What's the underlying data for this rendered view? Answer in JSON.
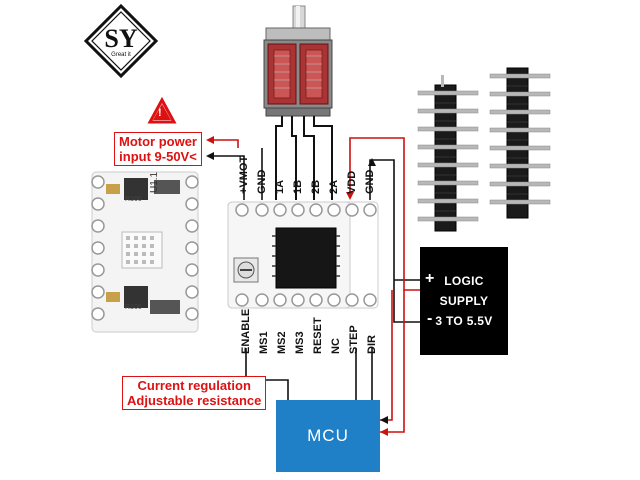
{
  "logo": {
    "letters": "SY",
    "tagline": "Great it"
  },
  "warning": {
    "symbol": "!"
  },
  "callouts": {
    "motor_power": [
      "Motor power",
      "input 9-50V<"
    ],
    "current_regulation": [
      "Current regulation",
      "Adjustable resistance"
    ]
  },
  "top_pins": [
    "+VMOT",
    "GND",
    "1A",
    "1B",
    "2B",
    "2A",
    "VDD",
    "GND"
  ],
  "bottom_pins": [
    "ENABLE",
    "MS1",
    "MS2",
    "MS3",
    "RESET",
    "NC",
    "STEP",
    "DIR"
  ],
  "logic_supply": {
    "plus": "+",
    "minus": "-",
    "line1": "LOGIC",
    "line2": "SUPPLY",
    "line3": "3 TO 5.5V"
  },
  "mcu": {
    "label": "MCU"
  },
  "back_board": {
    "silk": "U1.1",
    "resistor_top": "R100",
    "resistor_bottom": "R100"
  },
  "colors": {
    "callout_red": "#dd1111",
    "wire_red": "#cc1111",
    "mcu_blue": "#1f80c8",
    "logic_black": "#000000",
    "chip_black": "#111111"
  }
}
